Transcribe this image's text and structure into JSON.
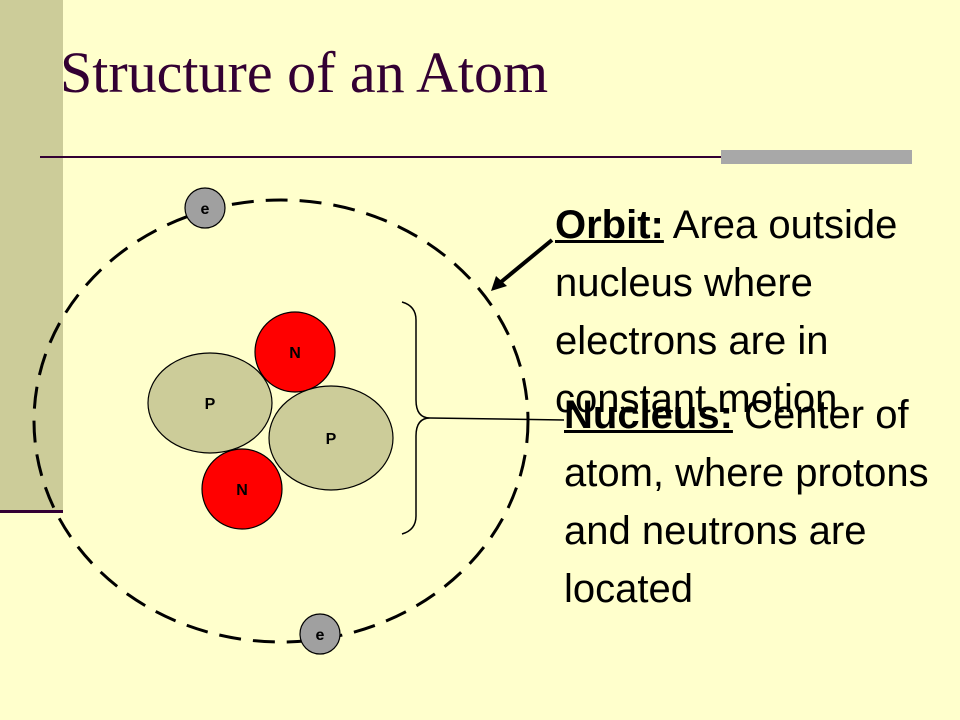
{
  "slide": {
    "title": "Structure of an Atom"
  },
  "diagram": {
    "electron_label": "e",
    "proton_label": "P",
    "neutron_label": "N",
    "colors": {
      "proton": "#cccc99",
      "neutron": "#ff0000",
      "electron": "#a0a0a0"
    }
  },
  "definitions": {
    "orbit_term": "Orbit:",
    "orbit_desc": " Area outside nucleus where electrons are in constant motion",
    "nucleus_term": "Nucleus:",
    "nucleus_desc": " Center of atom, where protons and neutrons are located"
  }
}
